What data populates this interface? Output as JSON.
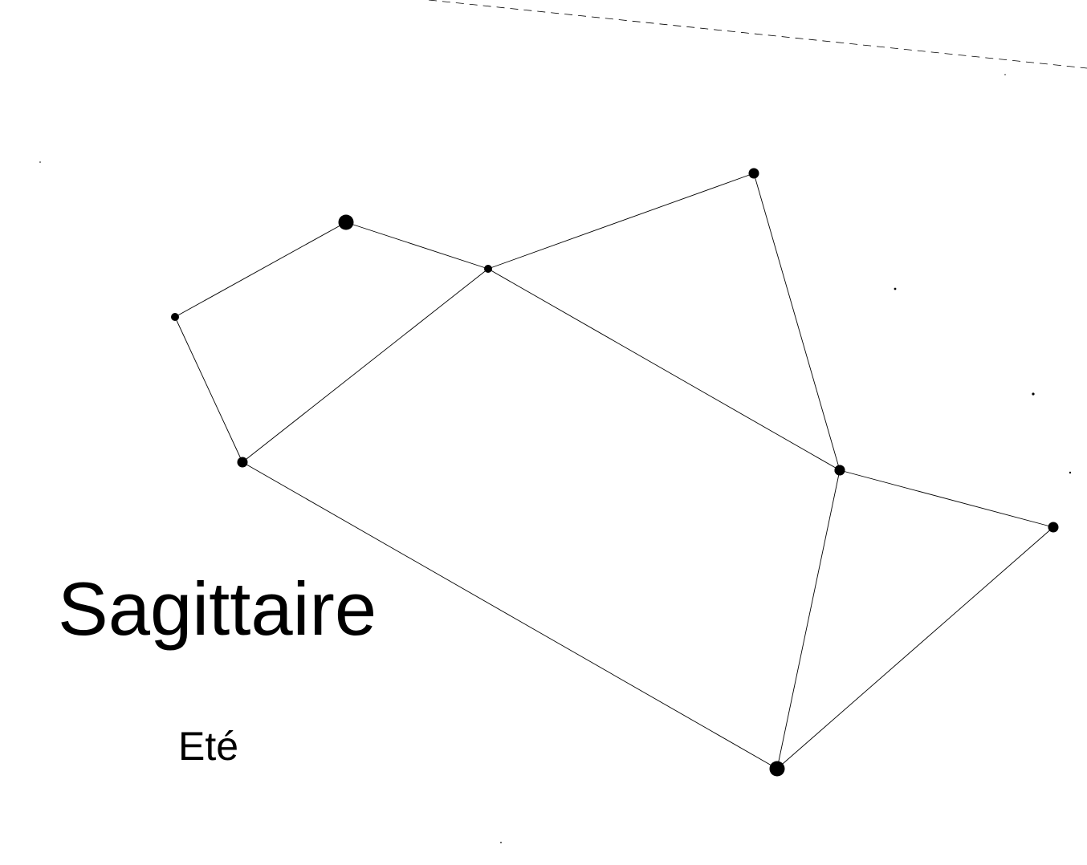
{
  "constellation": {
    "name": "Sagittaire",
    "season": "Eté"
  },
  "colors": {
    "background": "#ffffff",
    "ink": "#000000"
  },
  "stars": [
    {
      "id": "star-a",
      "magnitude_class": "bright"
    },
    {
      "id": "star-b",
      "magnitude_class": "faint"
    },
    {
      "id": "star-c",
      "magnitude_class": "medium"
    },
    {
      "id": "star-d",
      "magnitude_class": "medium"
    },
    {
      "id": "star-e",
      "magnitude_class": "faint"
    },
    {
      "id": "star-f",
      "magnitude_class": "medium"
    },
    {
      "id": "star-g",
      "magnitude_class": "medium"
    },
    {
      "id": "star-h",
      "magnitude_class": "bright"
    },
    {
      "id": "star-i",
      "magnitude_class": "medium"
    }
  ],
  "lines": [
    [
      "star-b",
      "star-a"
    ],
    [
      "star-a",
      "star-e"
    ],
    [
      "star-e",
      "star-d"
    ],
    [
      "star-d",
      "star-f"
    ],
    [
      "star-b",
      "star-c"
    ],
    [
      "star-c",
      "star-e"
    ],
    [
      "star-e",
      "star-g"
    ],
    [
      "star-c",
      "star-h"
    ],
    [
      "star-g",
      "star-h"
    ],
    [
      "star-g",
      "star-i"
    ],
    [
      "star-i",
      "star-h"
    ]
  ],
  "background_dots": 7,
  "boundary_line": "dashed"
}
